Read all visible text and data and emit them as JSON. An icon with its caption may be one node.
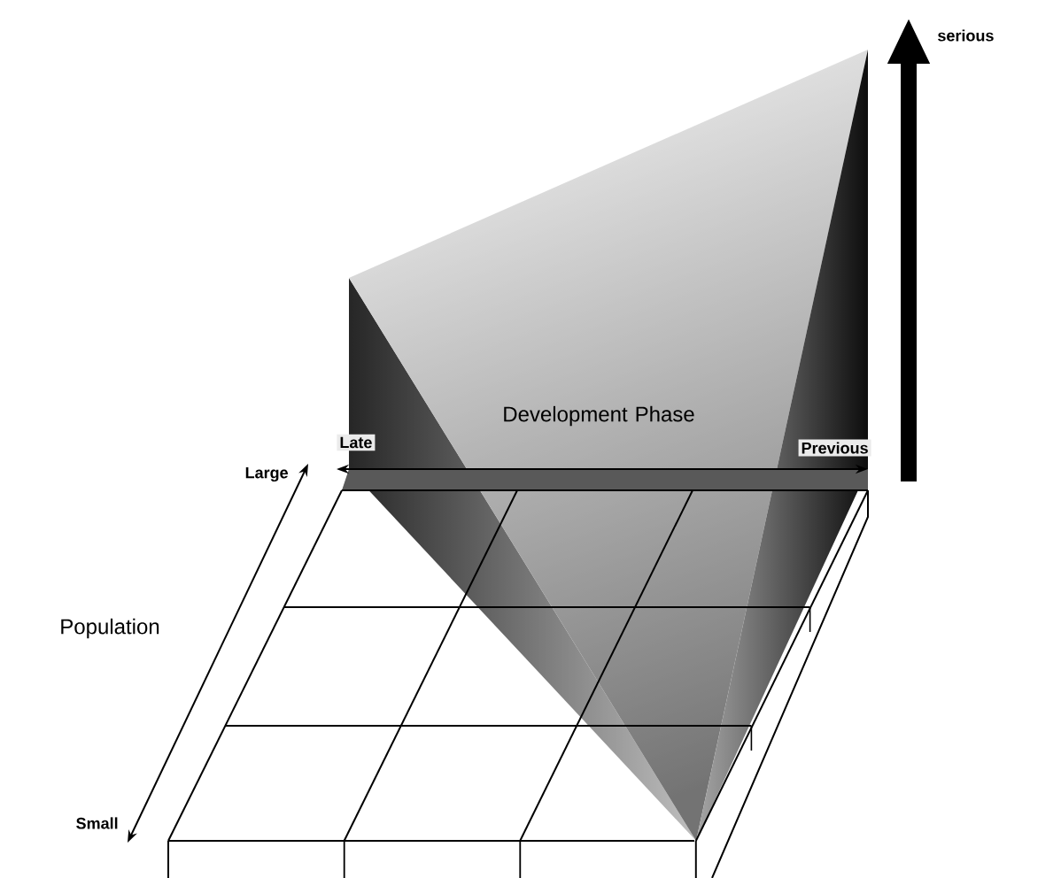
{
  "diagram": {
    "labels": [
      "serious",
      "Development Phase",
      "Late",
      "Previous",
      "Large",
      "Population",
      "Small"
    ]
  }
}
